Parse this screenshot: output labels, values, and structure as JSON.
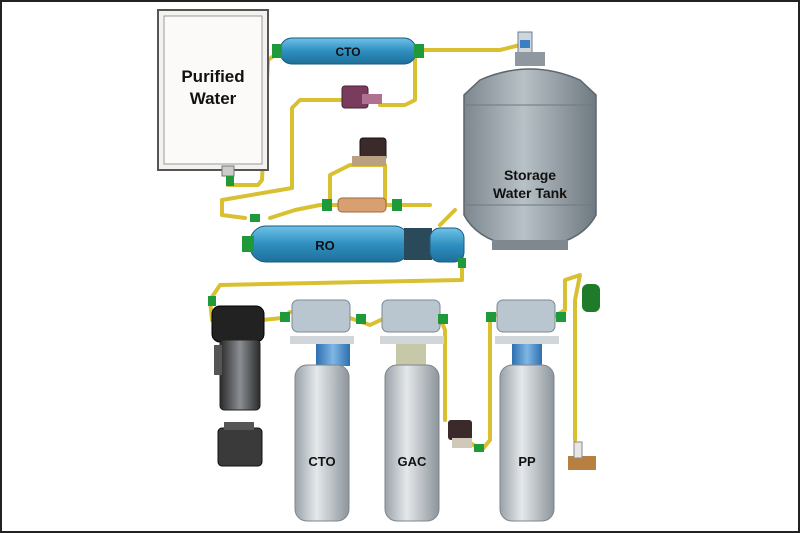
{
  "labels": {
    "purified_water": [
      "Purified",
      "Water"
    ],
    "storage_tank": [
      "Storage",
      "Water Tank"
    ],
    "cto_inline": "CTO",
    "ro": "RO",
    "cto_filter": "CTO",
    "gac_filter": "GAC",
    "pp_filter": "PP"
  },
  "colors": {
    "tube": "#d8c030",
    "fitting": "#1f9a3a",
    "filter_housing": "#c2c8cc",
    "filter_cap": "#b4c2cc",
    "cartridge": "#3f86c9",
    "tank": "#9aa4aa",
    "inline_filter": "#2f9dc4",
    "valve": "#7a3c5c",
    "border": "#222222"
  },
  "icons": [
    "pump-icon",
    "transformer-icon",
    "solenoid-valve-icon",
    "flow-restrictor-icon",
    "inlet-valve-icon"
  ]
}
